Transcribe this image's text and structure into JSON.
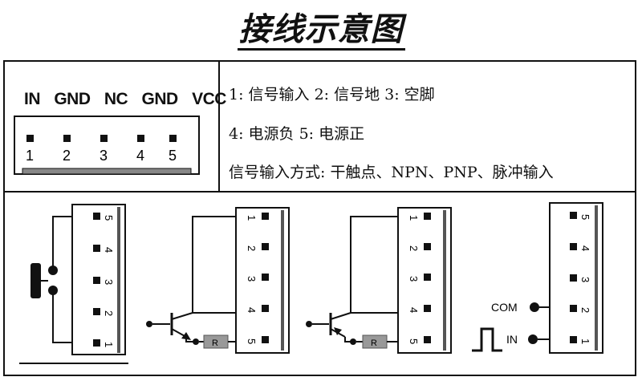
{
  "title": "接线示意图",
  "connector": {
    "pin_labels": [
      "IN",
      "GND",
      "NC",
      "GND",
      "VCC"
    ],
    "pin_numbers": [
      "1",
      "2",
      "3",
      "4",
      "5"
    ]
  },
  "description": {
    "line1": "1: 信号输入 2: 信号地 3: 空脚",
    "line2": "4: 电源负 5: 电源正",
    "line3": "信号输入方式: 干触点、NPN、PNP、脉冲输入"
  },
  "diagrams": {
    "resistor_label": "R",
    "com_label": "COM",
    "in_label": "IN"
  }
}
